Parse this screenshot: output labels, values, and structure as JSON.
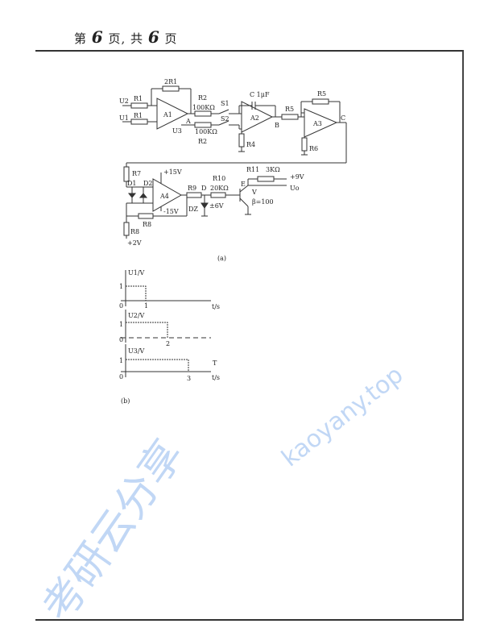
{
  "header": {
    "page_prefix": "第",
    "page_num": "6",
    "page_mid": "页,  共",
    "total": "6",
    "page_suffix": "页"
  },
  "circuit_a": {
    "caption": "(a)",
    "labels": {
      "u2": "U2",
      "u1": "U1",
      "r1a": "R1",
      "r1b": "R1",
      "r2r1": "2R1",
      "a1": "A1",
      "nodeA": "A",
      "rx": "R2",
      "rx_val": "100KΩ",
      "s1": "S1",
      "s2": "S2",
      "u3": "U3",
      "r2b": "R2",
      "r2b_val": "100KΩ",
      "c": "C 1μF",
      "a2": "A2",
      "nodeB": "B",
      "r4": "R4",
      "r5a": "R5",
      "r5b": "R5",
      "a3": "A3",
      "nodeC": "C",
      "r6": "R6",
      "r7": "R7",
      "d1": "D1",
      "d2": "D2",
      "p15": "+15V",
      "m15": "-15V",
      "a4": "A4",
      "r9": "R9",
      "nodeD": "D",
      "r10": "R10",
      "r10_val": "20KΩ",
      "r11": "R11",
      "r11_val": "3KΩ",
      "p9": "+9V",
      "uo": "Uo",
      "e": "E",
      "v": "V",
      "beta": "β=100",
      "dz": "DZ",
      "vz": "±6V",
      "r8": "R8",
      "r8b": "R8",
      "p2": "+2V"
    }
  },
  "waveforms_b": {
    "caption": "(b)",
    "plots": [
      {
        "ylabel": "U1/V",
        "level": "1",
        "xlabel": "t/s",
        "origin": "0",
        "end_label": "1",
        "value": 1,
        "start": 0,
        "end": 1
      },
      {
        "ylabel": "U2/V",
        "level": "1",
        "origin": "0",
        "end_label": "2",
        "value": 1,
        "start": 0,
        "end": 2
      },
      {
        "ylabel": "U3/V",
        "level": "1",
        "xlabel": "t/s",
        "origin": "0",
        "end_label": "3",
        "value": 1,
        "start": 0,
        "end": 3,
        "extra": "T"
      }
    ]
  },
  "watermark": {
    "cn": "考研云分享",
    "url": "kaoyany.top",
    "color": "#8fb8ee"
  }
}
